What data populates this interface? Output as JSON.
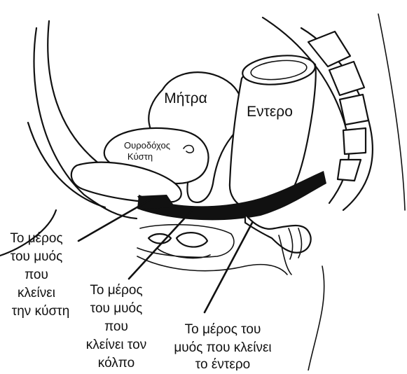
{
  "labels": {
    "uterus": "Μήτρα",
    "bowel": "Εντερο",
    "bladder_line1": "Ουροδόχος",
    "bladder_line2": "Κύστη"
  },
  "callouts": {
    "bladder_muscle": [
      "Το μέρος",
      "του μυός",
      "που",
      "κλείνει",
      "την κύστη"
    ],
    "vagina_muscle": [
      "Το μέρος",
      "του μυός",
      "που",
      "κλείνει τον",
      "κόλπο"
    ],
    "bowel_muscle": [
      "Το μέρος του",
      "μυός που κλείνει",
      "το έντερο"
    ]
  }
}
